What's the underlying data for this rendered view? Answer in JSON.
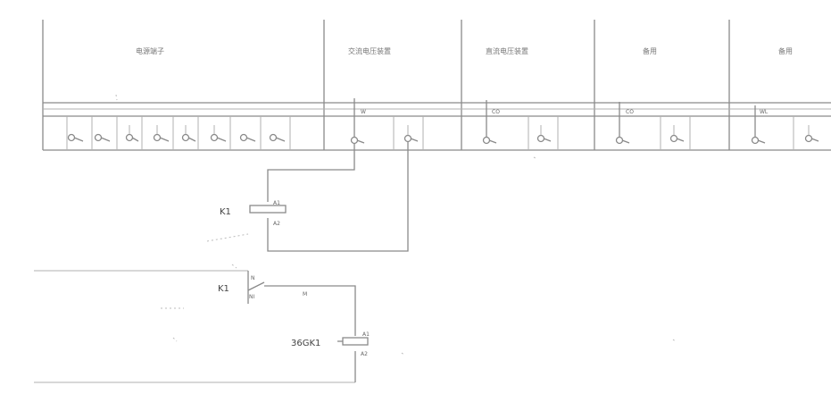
{
  "header": {
    "sections": [
      "电源端子",
      "交流电压装置",
      "直流电压装置",
      "备用",
      "备用"
    ]
  },
  "terminal_labels": {
    "sec2": "W",
    "sec3": "CO",
    "sec4": "CO",
    "sec5": "WL"
  },
  "components": {
    "relay1": {
      "name": "K1",
      "pin_a": "A1",
      "pin_b": "A2"
    },
    "contact1": {
      "name": "K1",
      "pin_top": "N",
      "pin_bottom": "NI",
      "wire": "M"
    },
    "relay2": {
      "name": "36GK1",
      "pin_a": "A1",
      "pin_b": "A2"
    }
  }
}
